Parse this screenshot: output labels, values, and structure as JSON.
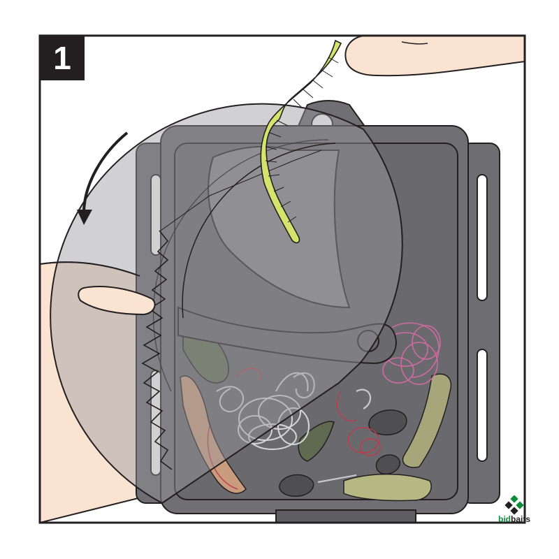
{
  "step": {
    "number": "1"
  },
  "watermark": {
    "brand_part1": "bid",
    "brand_part2": "baits",
    "color_green": "#0d8a3a",
    "color_dark": "#231f20"
  },
  "colors": {
    "frame_border": "#231f20",
    "case_body": "#707074",
    "case_dark": "#5e5e62",
    "lid_translucent": "#8a8a8e",
    "worm_lime": "#d4e36b",
    "skin": "#fbe3d2",
    "line_pink": "#d06aa0",
    "line_red": "#c0394a"
  },
  "icons": {
    "rotation_arrow": "curved-arrow-counterclockwise-icon",
    "hand_top": "hand-icon",
    "hand_left": "hand-icon"
  }
}
